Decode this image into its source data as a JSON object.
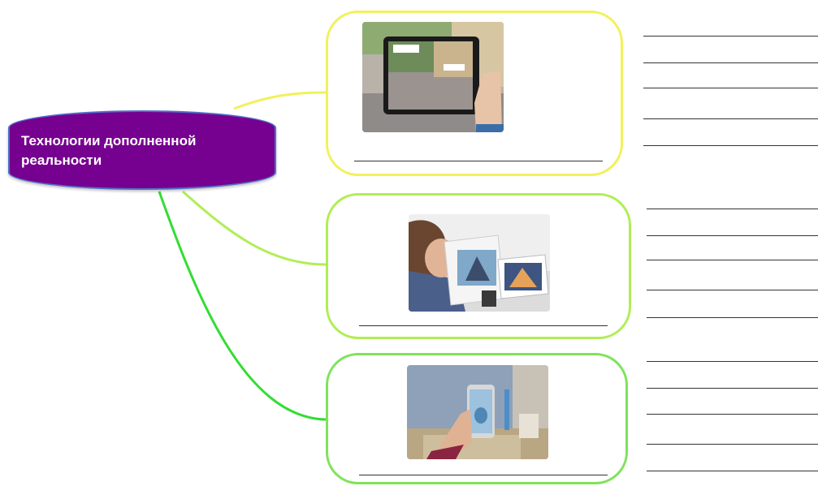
{
  "central_node": {
    "text": "Технологии дополненной реальности",
    "fill_color": "#76008f",
    "border_color": "#4f6fc8",
    "text_color": "#ffffff"
  },
  "cards": [
    {
      "border_color": "#f1f15c",
      "photo_icon": "tablet-ar-street-view-photo"
    },
    {
      "border_color": "#b0ee55",
      "photo_icon": "child-with-ar-book-tablet-photo"
    },
    {
      "border_color": "#7fe35a",
      "photo_icon": "smartphone-ar-room-photo"
    }
  ],
  "connector_colors": [
    "#f1f15c",
    "#b0ee55",
    "#33dd33"
  ]
}
